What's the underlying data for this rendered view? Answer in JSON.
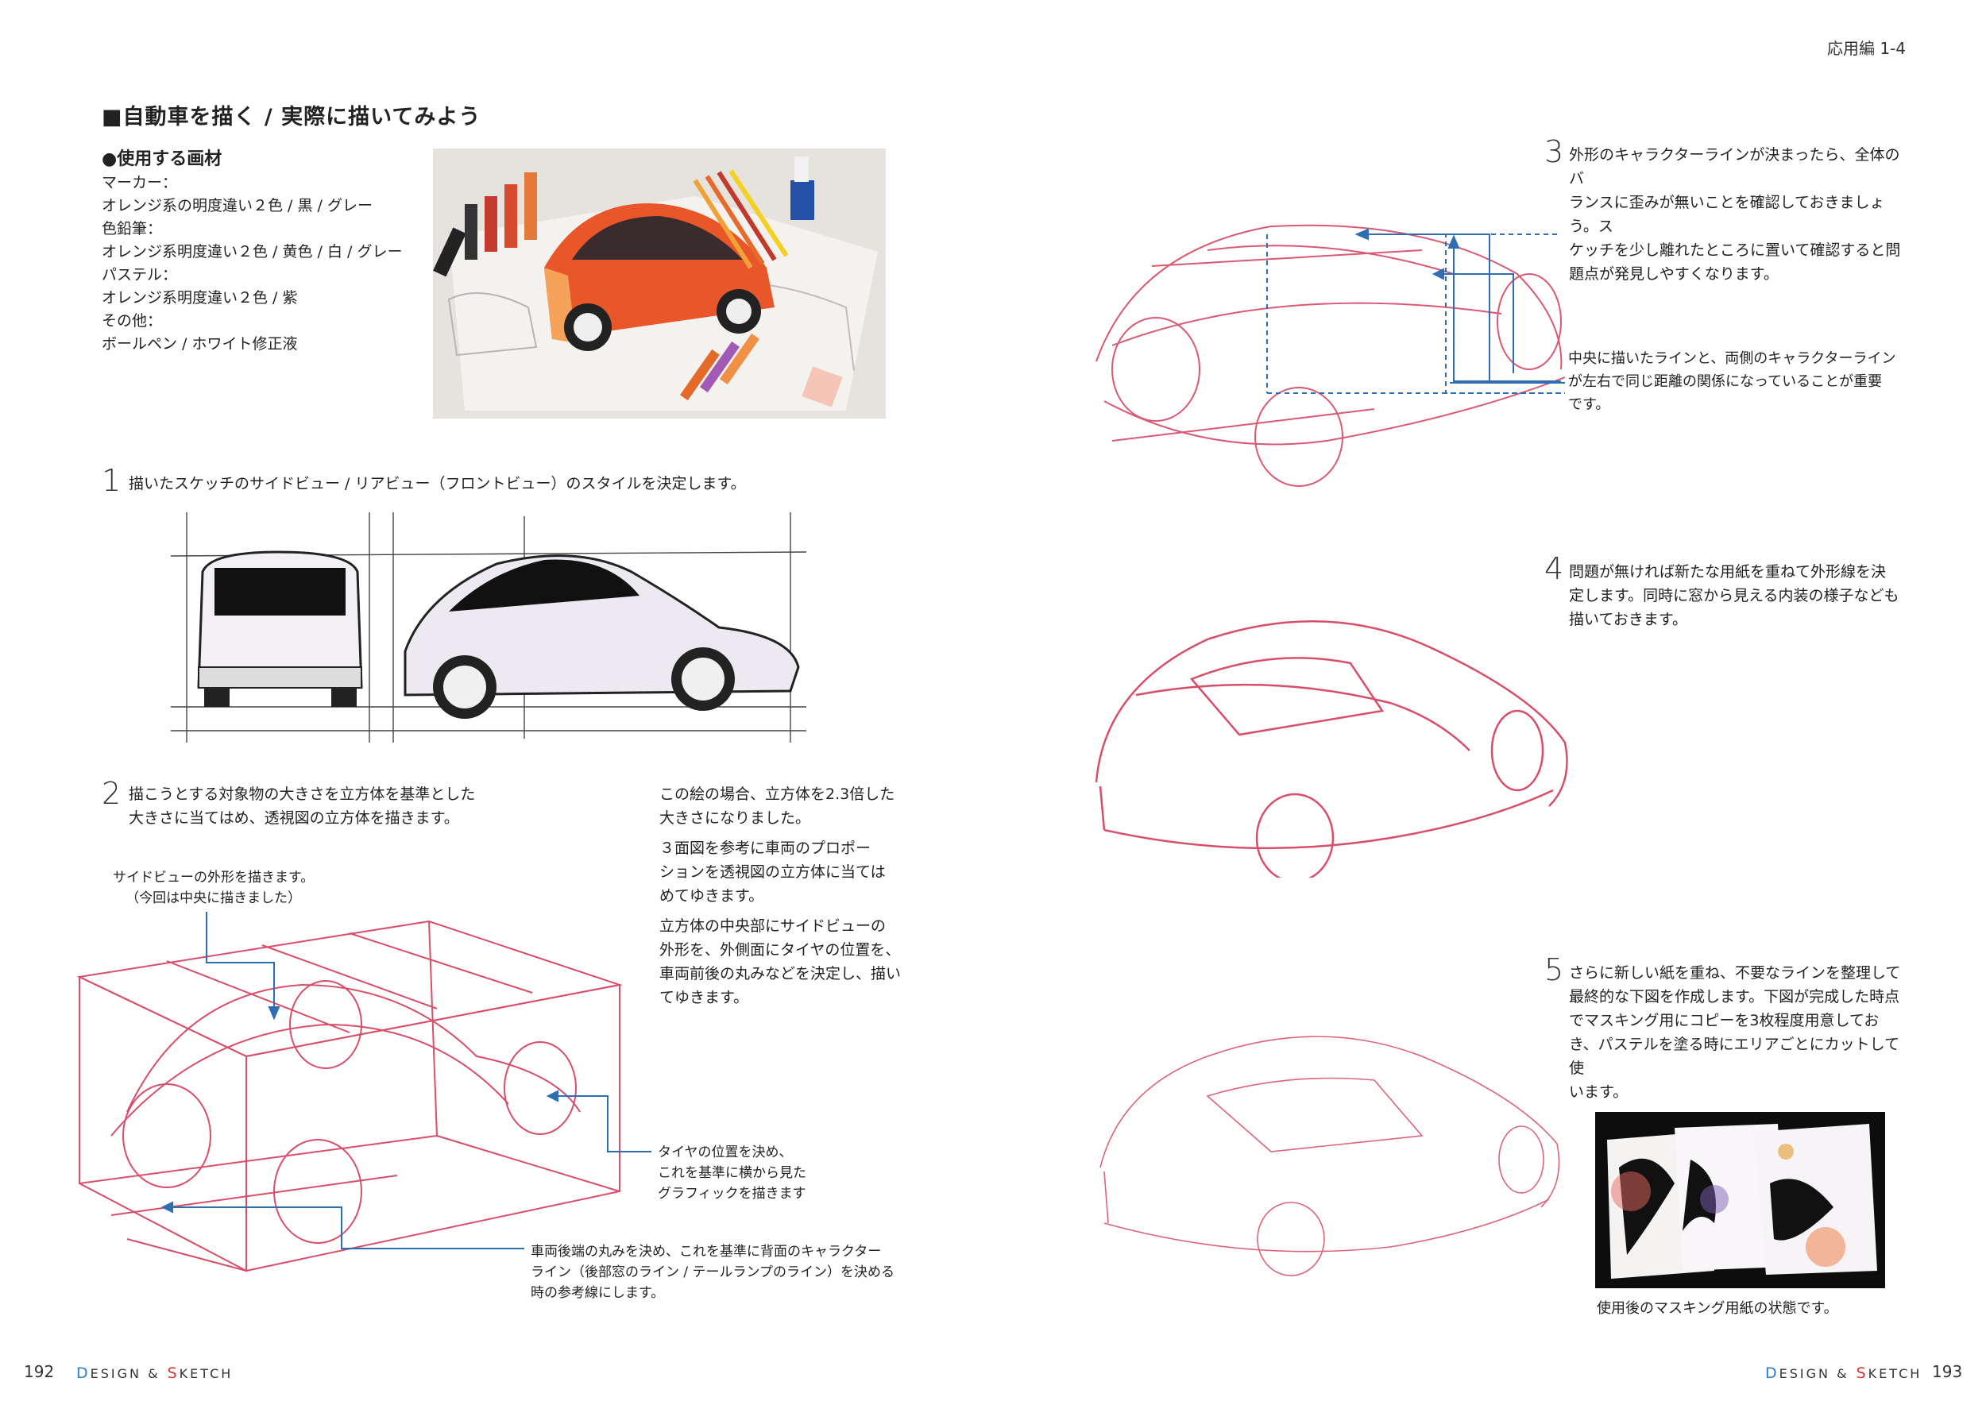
{
  "header": {
    "section_label": "応用編 1-4"
  },
  "left_page": {
    "title": "■自動車を描く / 実際に描いてみよう",
    "materials": {
      "heading": "●使用する画材",
      "lines": [
        "マーカー：",
        "オレンジ系の明度違い２色 / 黒 / グレー",
        "色鉛筆：",
        "オレンジ系明度違い２色 / 黄色 / 白 / グレー",
        "パステル：",
        "オレンジ系明度違い２色 / 紫",
        "その他：",
        "ボールペン / ホワイト修正液"
      ]
    },
    "step1": {
      "number": "1",
      "text": "描いたスケッチのサイドビュー / リアビュー（フロントビュー）のスタイルを決定します。"
    },
    "step2": {
      "number": "2",
      "text_lines": [
        "描こうとする対象物の大きさを立方体を基準とした",
        "大きさに当てはめ、透視図の立方体を描きます。"
      ],
      "side_notes": [
        [
          "この絵の場合、立方体を2.3倍した",
          "大きさになりました。"
        ],
        [
          "３面図を参考に車両のプロポー",
          "ションを透視図の立方体に当ては",
          "めてゆきます。"
        ],
        [
          "立方体の中央部にサイドビューの",
          "外形を、外側面にタイヤの位置を、",
          "車両前後の丸みなどを決定し、描い",
          "てゆきます。"
        ]
      ],
      "callouts": {
        "side_view": [
          "サイドビューの外形を描きます。",
          "（今回は中央に描きました）"
        ],
        "tires": [
          "タイヤの位置を決め、",
          "これを基準に横から見た",
          "グラフィックを描きます"
        ],
        "rear": [
          "車両後端の丸みを決め、これを基準に背面のキャラクター",
          "ライン（後部窓のライン / テールランプのライン）を決める",
          "時の参考線にします。"
        ]
      }
    },
    "footer": {
      "page_number": "192",
      "brand": [
        "D",
        "ESIGN ",
        "&",
        " S",
        "KETCH"
      ]
    }
  },
  "right_page": {
    "step3": {
      "number": "3",
      "text_lines": [
        "外形のキャラクターラインが決まったら、全体のバ",
        "ランスに歪みが無いことを確認しておきましょう。ス",
        "ケッチを少し離れたところに置いて確認すると問",
        "題点が発見しやすくなります。"
      ],
      "callout": [
        "中央に描いたラインと、両側のキャラクターライン",
        "が左右で同じ距離の関係になっていることが重要",
        "です。"
      ]
    },
    "step4": {
      "number": "4",
      "text_lines": [
        "問題が無ければ新たな用紙を重ねて外形線を決",
        "定します。同時に窓から見える内装の様子なども",
        "描いておきます。"
      ]
    },
    "step5": {
      "number": "5",
      "text_lines": [
        "さらに新しい紙を重ね、不要なラインを整理して",
        "最終的な下図を作成します。下図が完成した時点",
        "でマスキング用にコピーを3枚程度用意してお",
        "き、パステルを塗る時にエリアごとにカットして使",
        "います。"
      ],
      "photo_caption": "使用後のマスキング用紙の状態です。"
    },
    "footer": {
      "page_number": "193",
      "brand": [
        "D",
        "ESIGN ",
        "&",
        " S",
        "KETCH"
      ]
    }
  },
  "colors": {
    "sketch_red": "#d2304f",
    "callout_blue": "#2e6fb3",
    "orange_car": "#e8562a"
  }
}
